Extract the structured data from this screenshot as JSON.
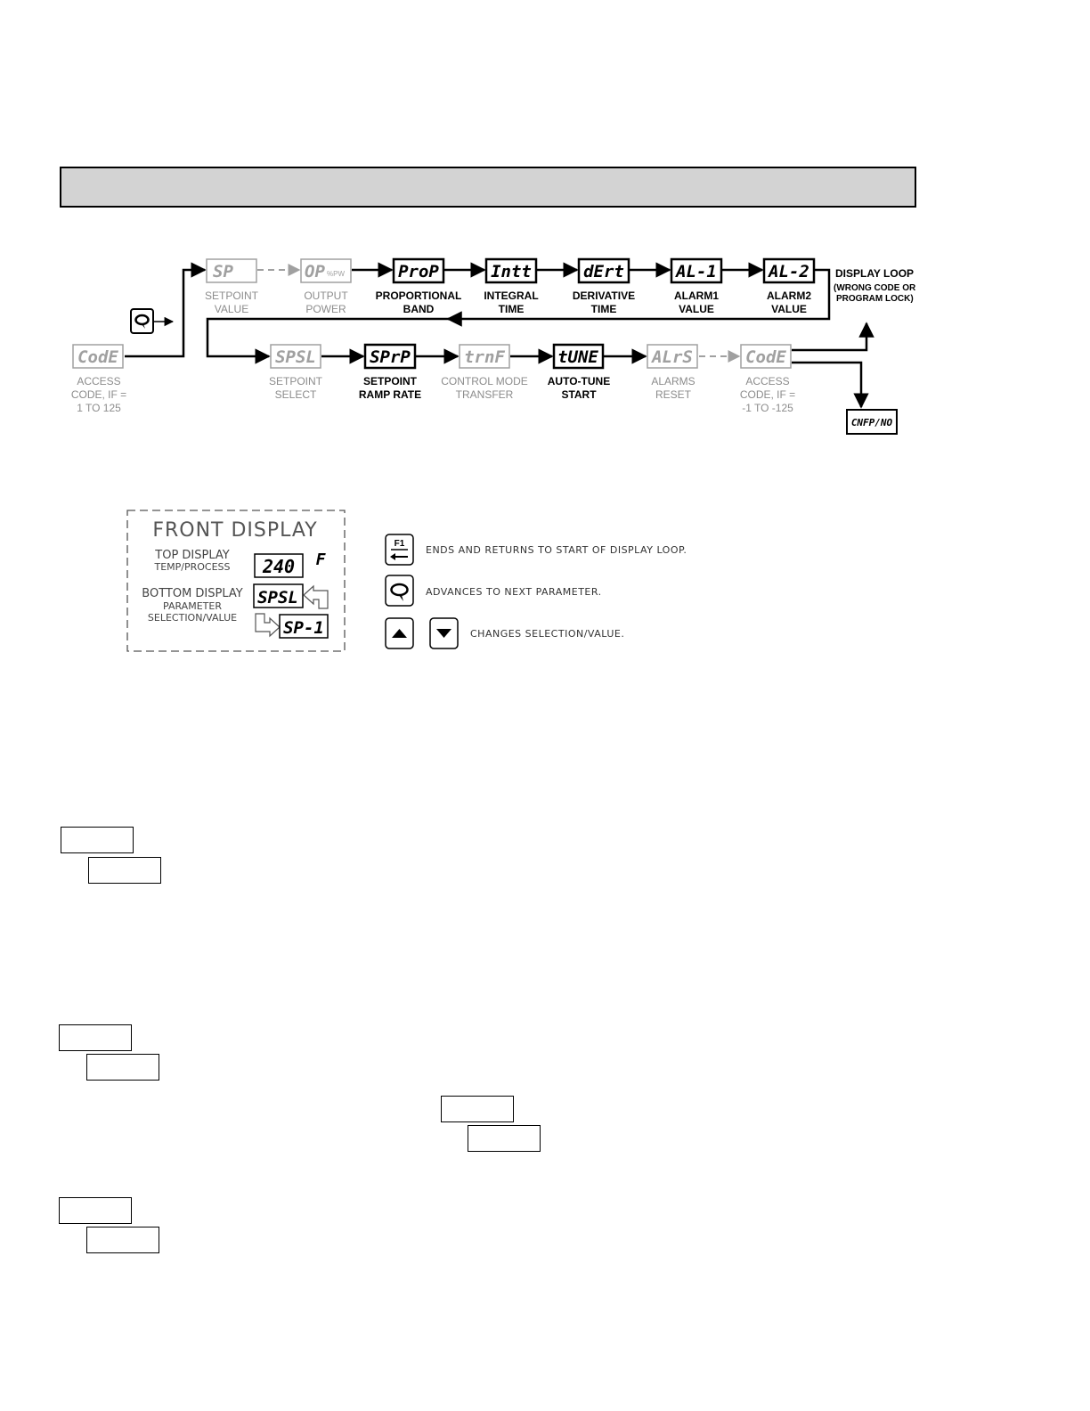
{
  "header_bar": {
    "color": "#d3d3d3"
  },
  "colors": {
    "active": "#000000",
    "inactive": "#a0a0a0",
    "inactive_label": "#8c8c8c"
  },
  "loop": {
    "key_icon": "advance-key-icon",
    "row1": [
      {
        "id": "sp",
        "display": "SP",
        "label1": "SETPOINT",
        "label2": "VALUE",
        "active": false
      },
      {
        "id": "op",
        "display": "OP",
        "suffix": "%PW",
        "label1": "OUTPUT",
        "label2": "POWER",
        "active": false
      },
      {
        "id": "prop",
        "display": "ProP",
        "label1": "PROPORTIONAL",
        "label2": "BAND",
        "active": true
      },
      {
        "id": "intt",
        "display": "Intt",
        "label1": "INTEGRAL",
        "label2": "TIME",
        "active": true
      },
      {
        "id": "dert",
        "display": "dErt",
        "label1": "DERIVATIVE",
        "label2": "TIME",
        "active": true
      },
      {
        "id": "al1",
        "display": "AL-1",
        "label1": "ALARM1",
        "label2": "VALUE",
        "active": true
      },
      {
        "id": "al2",
        "display": "AL-2",
        "label1": "ALARM2",
        "label2": "VALUE",
        "active": true
      }
    ],
    "row2": [
      {
        "id": "code1",
        "display": "CodE",
        "label1": "ACCESS",
        "label2": "CODE, IF =",
        "label3": "1 TO 125",
        "active": false
      },
      {
        "id": "spsl",
        "display": "SPSL",
        "label1": "SETPOINT",
        "label2": "SELECT",
        "active": false
      },
      {
        "id": "sprp",
        "display": "SPrP",
        "label1": "SETPOINT",
        "label2": "RAMP RATE",
        "active": true
      },
      {
        "id": "trnf",
        "display": "trnF",
        "label1": "CONTROL MODE",
        "label2": "TRANSFER",
        "active": false
      },
      {
        "id": "tune",
        "display": "tUNE",
        "label1": "AUTO-TUNE",
        "label2": "START",
        "active": true
      },
      {
        "id": "alrs",
        "display": "ALrS",
        "label1": "ALARMS",
        "label2": "RESET",
        "active": false
      },
      {
        "id": "code2",
        "display": "CodE",
        "label1": "ACCESS",
        "label2": "CODE, IF =",
        "label3": "-1 TO -125",
        "active": false
      }
    ],
    "display_loop": {
      "line1": "DISPLAY LOOP",
      "line2": "(WRONG CODE OR",
      "line3": "PROGRAM LOCK)"
    },
    "cnfp": "CNFP/NO"
  },
  "front_display": {
    "title": "FRONT DISPLAY",
    "top_label1": "TOP DISPLAY",
    "top_label2": "TEMP/PROCESS",
    "top_value": "240",
    "unit": "F",
    "bottom_label1": "BOTTOM DISPLAY",
    "bottom_label2": "PARAMETER",
    "bottom_label3": "SELECTION/VALUE",
    "bottom_param": "SPSL",
    "bottom_value": "SP-1"
  },
  "legend": {
    "f1_key": "F1",
    "f1_text": "ENDS AND RETURNS TO START OF DISPLAY LOOP.",
    "adv_text": "ADVANCES TO NEXT PARAMETER.",
    "updown_text": "CHANGES SELECTION/VALUE."
  }
}
